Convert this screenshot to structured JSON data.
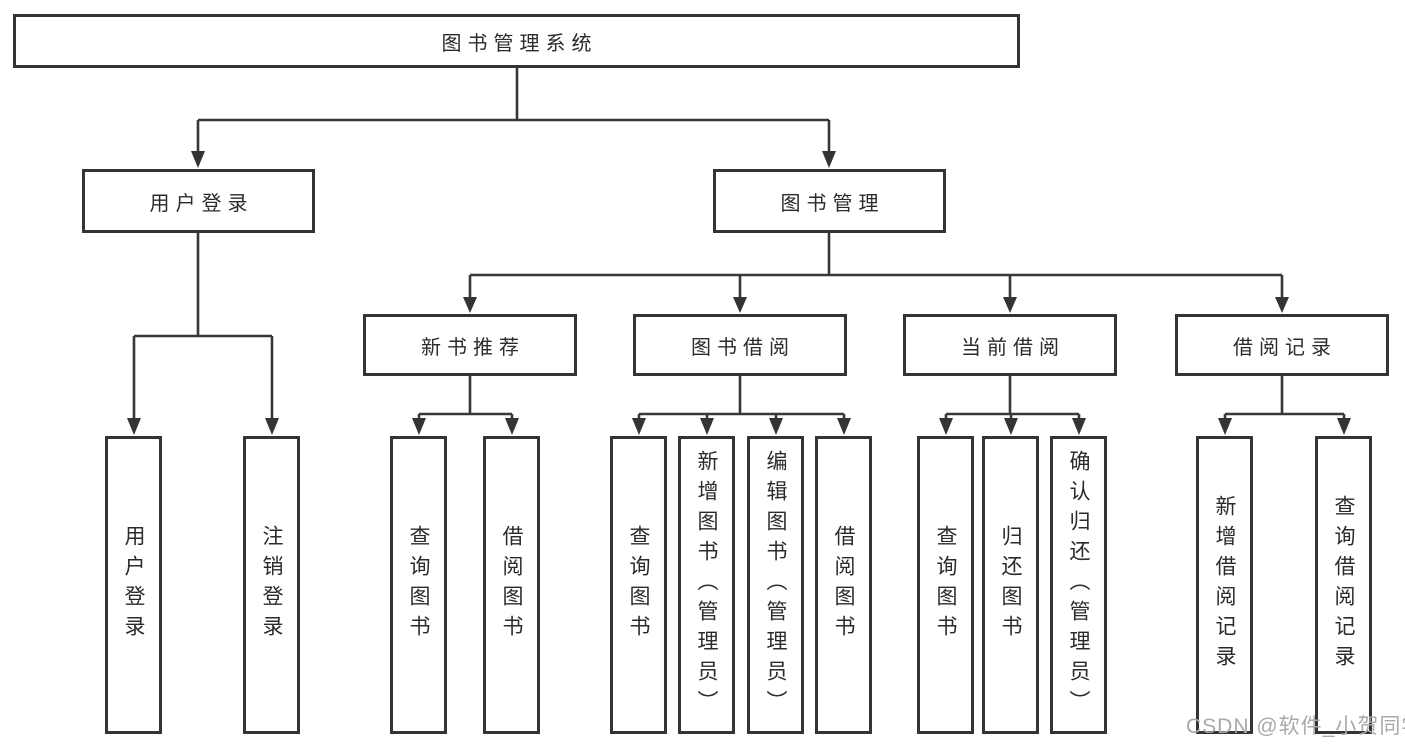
{
  "diagram_type": "tree",
  "colors": {
    "line": "#383838",
    "border": "#343434",
    "text": "#2b2b2b",
    "background": "#ffffff",
    "watermark": "#a9a9a9"
  },
  "root": {
    "label": "图书管理系统"
  },
  "level1": [
    {
      "label": "用户登录"
    },
    {
      "label": "图书管理"
    }
  ],
  "level2": [
    {
      "label": "新书推荐",
      "parent": "图书管理"
    },
    {
      "label": "图书借阅",
      "parent": "图书管理"
    },
    {
      "label": "当前借阅",
      "parent": "图书管理"
    },
    {
      "label": "借阅记录",
      "parent": "图书管理"
    }
  ],
  "leaf_groups": [
    {
      "parent": "用户登录",
      "items": [
        "用户登录",
        "注销登录"
      ]
    },
    {
      "parent": "新书推荐",
      "items": [
        "查询图书",
        "借阅图书"
      ]
    },
    {
      "parent": "图书借阅",
      "items": [
        "查询图书",
        "新增图书（管理员）",
        "编辑图书（管理员）",
        "借阅图书"
      ]
    },
    {
      "parent": "当前借阅",
      "items": [
        "查询图书",
        "归还图书",
        "确认归还（管理员）"
      ]
    },
    {
      "parent": "借阅记录",
      "items": [
        "新增借阅记录",
        "查询借阅记录"
      ]
    }
  ],
  "watermark": "CSDN @软件_小贺同学"
}
